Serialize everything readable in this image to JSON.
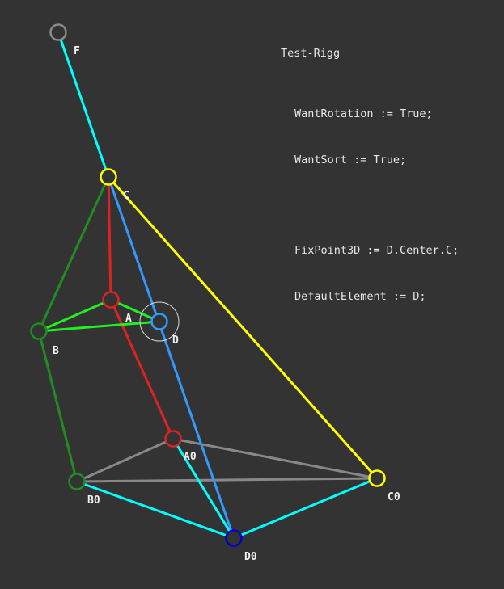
{
  "script": {
    "title": "Test-Rigg",
    "lines_group1": [
      "WantRotation := True;",
      "WantSort := True;"
    ],
    "lines_group2": [
      "FixPoint3D := D.Center.C;",
      "DefaultElement := D;"
    ]
  },
  "selected_node": "D",
  "nodes": [
    {
      "id": "F",
      "label": "F",
      "color": "#8a8a8a"
    },
    {
      "id": "C",
      "label": "C",
      "color": "#ffff00"
    },
    {
      "id": "A",
      "label": "A",
      "color": "#dd2222"
    },
    {
      "id": "B",
      "label": "B",
      "color": "#228b22"
    },
    {
      "id": "D",
      "label": "D",
      "color": "#3399ff"
    },
    {
      "id": "A0",
      "label": "A0",
      "color": "#dd2222"
    },
    {
      "id": "B0",
      "label": "B0",
      "color": "#228b22"
    },
    {
      "id": "C0",
      "label": "C0",
      "color": "#ffff00"
    },
    {
      "id": "D0",
      "label": "D0",
      "color": "#0000cc"
    }
  ],
  "links": [
    {
      "from": "F",
      "to": "C",
      "color": "#00ffff"
    },
    {
      "from": "C",
      "to": "C0",
      "color": "#ffff00"
    },
    {
      "from": "C",
      "to": "B",
      "color": "#228b22"
    },
    {
      "from": "B",
      "to": "B0",
      "color": "#228b22"
    },
    {
      "from": "B0",
      "to": "A0",
      "color": "#888888"
    },
    {
      "from": "A0",
      "to": "C0",
      "color": "#888888"
    },
    {
      "from": "B0",
      "to": "C0",
      "color": "#888888"
    },
    {
      "from": "B0",
      "to": "D0",
      "color": "#00ffff"
    },
    {
      "from": "D0",
      "to": "C0",
      "color": "#00ffff"
    },
    {
      "from": "A0",
      "to": "D0",
      "color": "#00ffff"
    },
    {
      "from": "C",
      "to": "A",
      "color": "#dd2222"
    },
    {
      "from": "A",
      "to": "A0",
      "color": "#dd2222"
    },
    {
      "from": "C",
      "to": "D0",
      "color": "#3399ff"
    },
    {
      "from": "B",
      "to": "A",
      "color": "#22ee22"
    },
    {
      "from": "B",
      "to": "D",
      "color": "#22ee22"
    },
    {
      "from": "A",
      "to": "D",
      "color": "#22ee22"
    }
  ]
}
